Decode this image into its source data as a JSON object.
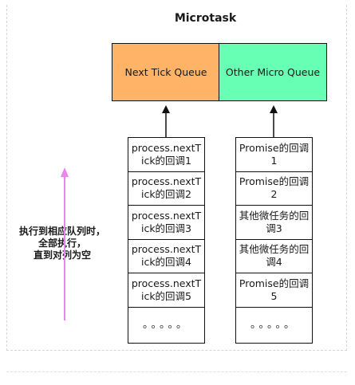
{
  "title": "Microtask",
  "queues": {
    "next_tick": {
      "label": "Next Tick Queue",
      "color": "#ffb366"
    },
    "other_micro": {
      "label": "Other Micro Queue",
      "color": "#66ffb3"
    }
  },
  "left_stack": [
    "process.nextTick的回调1",
    "process.nextTick的回调2",
    "process.nextTick的回调3",
    "process.nextTick的回调4",
    "process.nextTick的回调5",
    "。。。。。"
  ],
  "right_stack": [
    "Promise的回调1",
    "Promise的回调2",
    "其他微任务的回调3",
    "其他微任务的回调4",
    "Promise的回调5",
    "。。。。。"
  ],
  "side_note": {
    "lines": [
      "执行到相应队列时，",
      "全部执行，",
      "直到对列为空"
    ],
    "arrow_color": "#ee82ee"
  }
}
